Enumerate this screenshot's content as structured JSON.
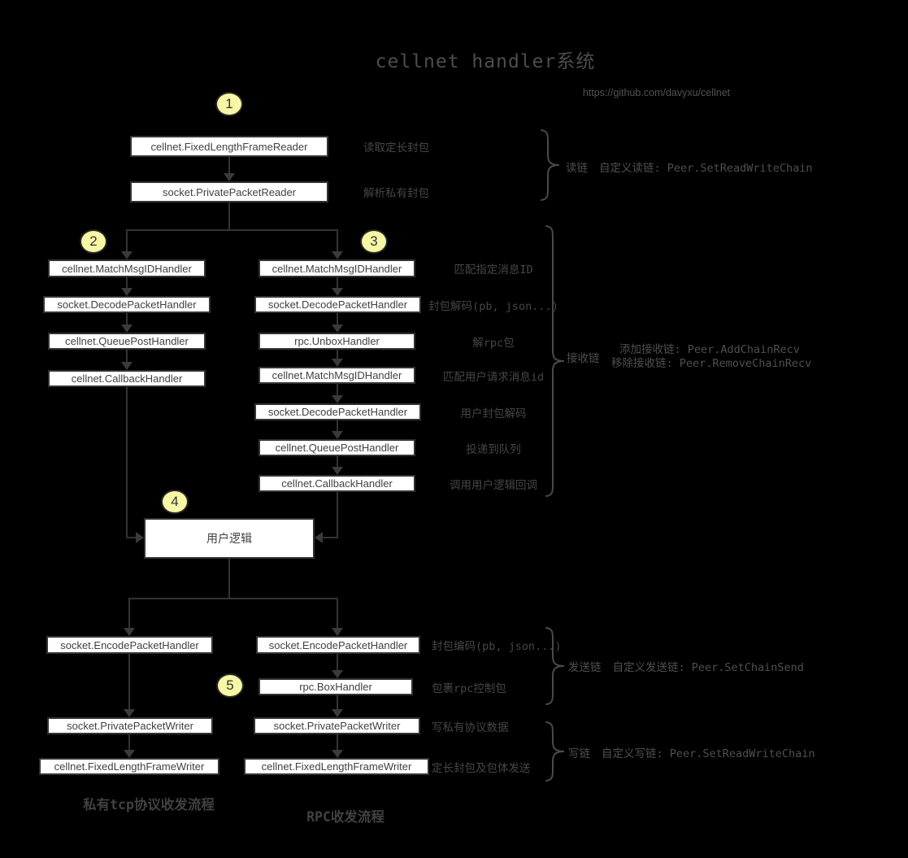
{
  "title": "cellnet handler系统",
  "link": "https://github.com/davyxu/cellnet",
  "badges": [
    "1",
    "2",
    "3",
    "4",
    "5"
  ],
  "colors": {
    "background": "#000000",
    "node_fill": "#ffffff",
    "node_border": "#333333",
    "badge_fill": "#f7f7a6",
    "connector": "#333333",
    "annotation_text": "#4a4a4a"
  },
  "read_chain": {
    "nodes": [
      {
        "label": "cellnet.FixedLengthFrameReader",
        "note": "读取定长封包"
      },
      {
        "label": "socket.PrivatePacketReader",
        "note": "解析私有封包"
      }
    ],
    "chain_label": "读链",
    "chain_note": "自定义读链: Peer.SetReadWriteChain"
  },
  "recv_left": {
    "nodes": [
      {
        "label": "cellnet.MatchMsgIDHandler"
      },
      {
        "label": "socket.DecodePacketHandler"
      },
      {
        "label": "cellnet.QueuePostHandler"
      },
      {
        "label": "cellnet.CallbackHandler"
      }
    ]
  },
  "recv_right": {
    "nodes": [
      {
        "label": "cellnet.MatchMsgIDHandler",
        "note": "匹配指定消息ID"
      },
      {
        "label": "socket.DecodePacketHandler",
        "note": "封包解码(pb, json...)"
      },
      {
        "label": "rpc.UnboxHandler",
        "note": "解rpc包"
      },
      {
        "label": "cellnet.MatchMsgIDHandler",
        "note": "匹配用户请求消息id"
      },
      {
        "label": "socket.DecodePacketHandler",
        "note": "用户封包解码"
      },
      {
        "label": "cellnet.QueuePostHandler",
        "note": "投递到队列"
      },
      {
        "label": "cellnet.CallbackHandler",
        "note": "调用用户逻辑回调"
      }
    ],
    "chain_label": "接收链",
    "chain_note_add": "添加接收链: Peer.AddChainRecv",
    "chain_note_remove": "移除接收链: Peer.RemoveChainRecv"
  },
  "user_logic": {
    "label": "用户逻辑"
  },
  "send_chain": {
    "left_nodes": [
      {
        "label": "socket.EncodePacketHandler"
      }
    ],
    "right_nodes": [
      {
        "label": "socket.EncodePacketHandler",
        "note": "封包编码(pb, json...)"
      },
      {
        "label": "rpc.BoxHandler",
        "note": "包裹rpc控制包"
      }
    ],
    "chain_label": "发送链",
    "chain_note": "自定义发送链: Peer.SetChainSend"
  },
  "write_chain": {
    "left_nodes": [
      {
        "label": "socket.PrivatePacketWriter"
      },
      {
        "label": "cellnet.FixedLengthFrameWriter"
      }
    ],
    "right_nodes": [
      {
        "label": "socket.PrivatePacketWriter",
        "note": "写私有协议数据"
      },
      {
        "label": "cellnet.FixedLengthFrameWriter",
        "note": "定长封包及包体发送"
      }
    ],
    "chain_label": "写链",
    "chain_note": "自定义写链: Peer.SetReadWriteChain"
  },
  "footers": {
    "left": "私有tcp协议收发流程",
    "right": "RPC收发流程"
  }
}
